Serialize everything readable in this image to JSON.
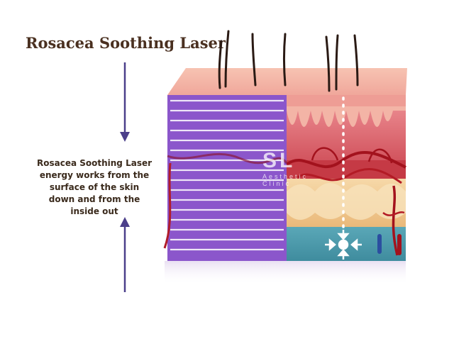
{
  "title": "Rosacea Soothing Laser",
  "caption": "Rosacea Soothing Laser energy works from the surface of the skin down and from the inside out",
  "watermark": {
    "letters": "SL",
    "sub": "Aesthetic Clinic"
  },
  "colors": {
    "title": "#4a3020",
    "arrow": "#4b3f8a",
    "laser_overlay": "#7b3fc4",
    "epidermis": "#f2a8a0",
    "dermis": "#d9535f",
    "vessel": "#b0202a",
    "fat": "#f3c98c",
    "base": "#5fa9b8"
  }
}
